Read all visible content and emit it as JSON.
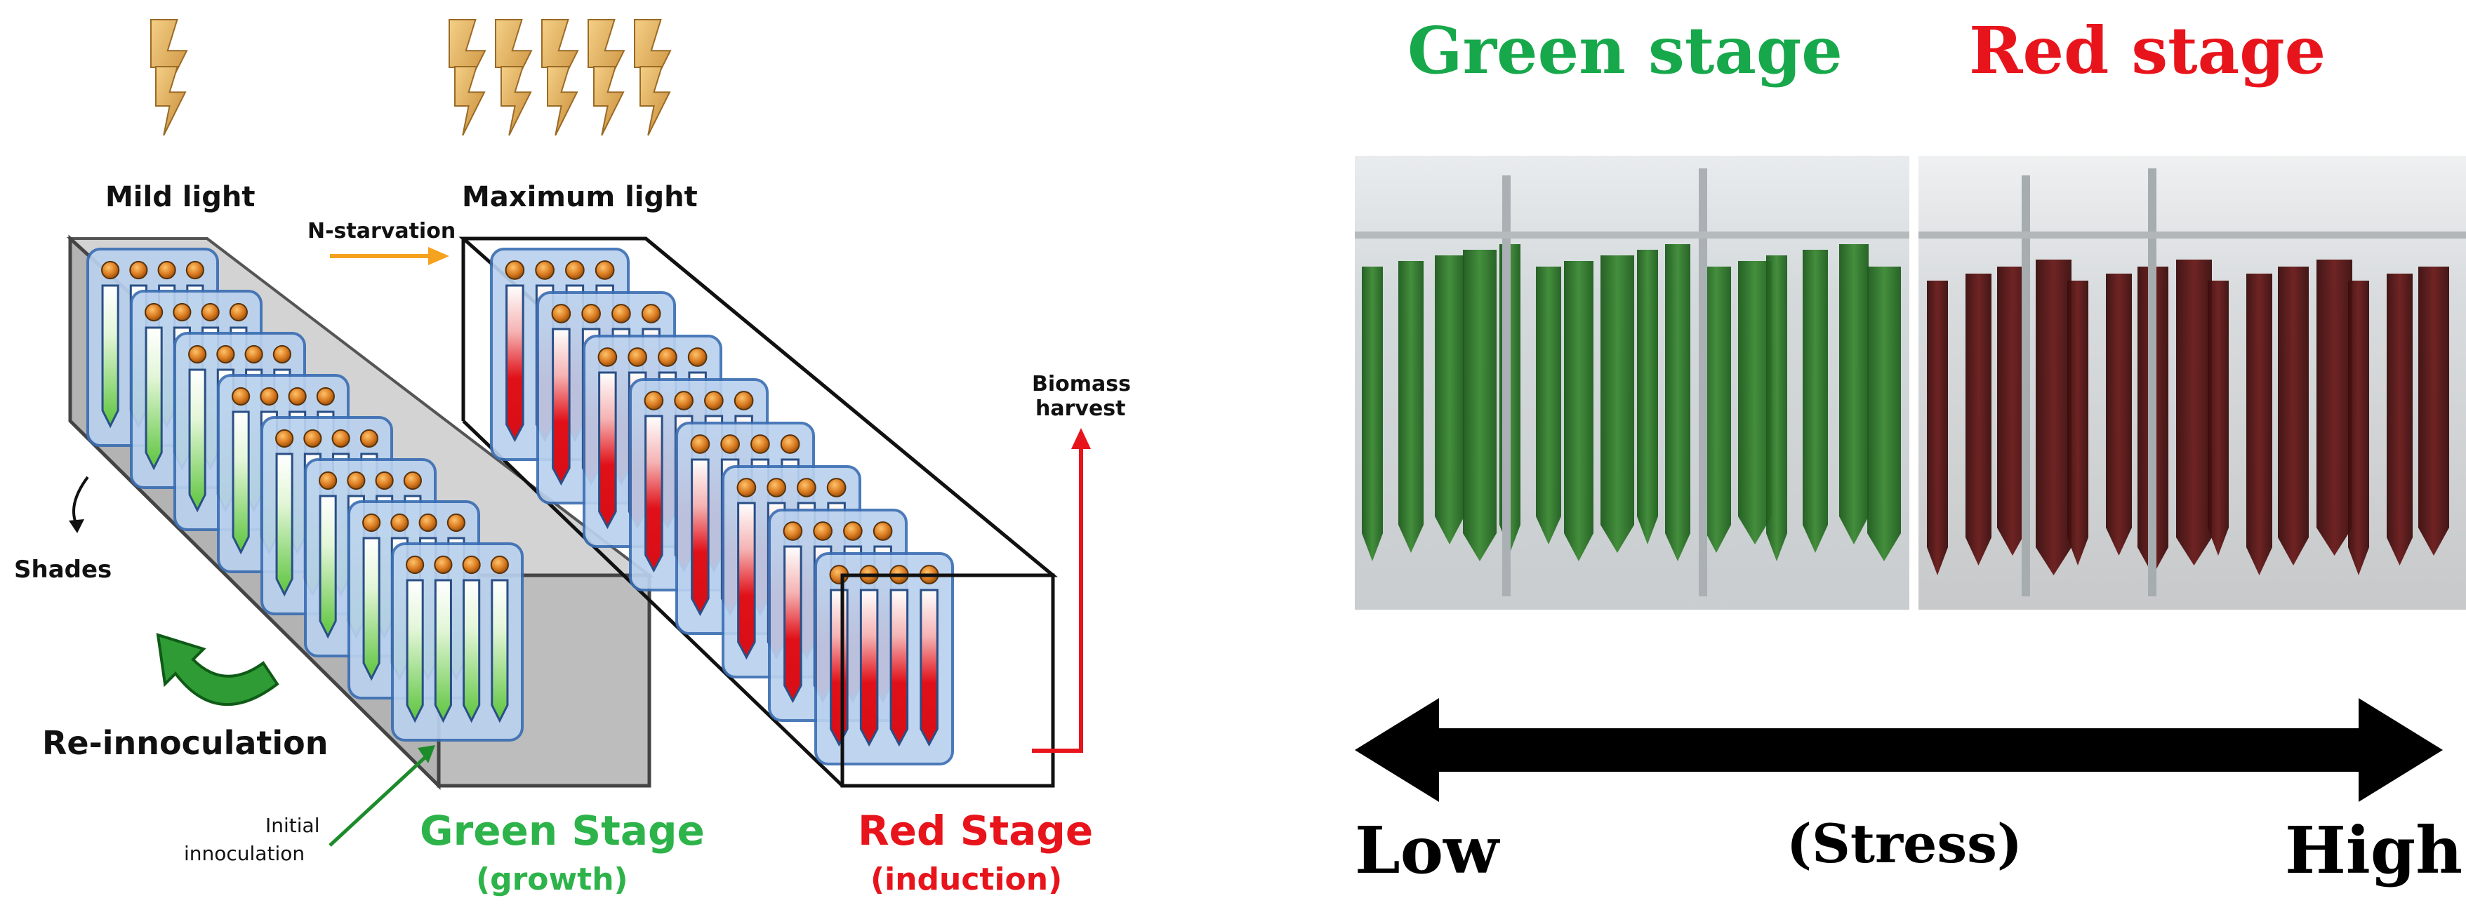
{
  "left_diagram": {
    "labels": {
      "mild_light": "Mild light",
      "maximum_light": "Maximum light",
      "n_starvation": "N-starvation",
      "biomass_harvest_line1": "Biomass",
      "biomass_harvest_line2": "harvest",
      "shades": "Shades",
      "re_innoculation": "Re-innoculation",
      "initial_innoculation_line1": "Initial",
      "initial_innoculation_line2": "innoculation",
      "green_stage": "Green Stage",
      "green_stage_sub": "(growth)",
      "red_stage": "Red Stage",
      "red_stage_sub": "(induction)"
    },
    "colors": {
      "green_text": "#2db34a",
      "red_text": "#e8141c",
      "arrow_orange": "#f5a21e",
      "lightning": "#d9a24b",
      "tube_green": "#6fd24a",
      "tube_red": "#e0141c",
      "module_blue": "#a9c6ea",
      "box_gray": "#bdbdbd"
    },
    "icons": [
      "lightning-bolt-icon",
      "curved-arrow-icon"
    ]
  },
  "right_panel": {
    "titles": {
      "green_stage": "Green stage",
      "red_stage": "Red stage"
    },
    "axis": {
      "low": "Low",
      "middle": "(Stress)",
      "high": "High"
    },
    "colors": {
      "green_title": "#17a84b",
      "red_title": "#e8141c",
      "arrow": "#000000"
    }
  }
}
